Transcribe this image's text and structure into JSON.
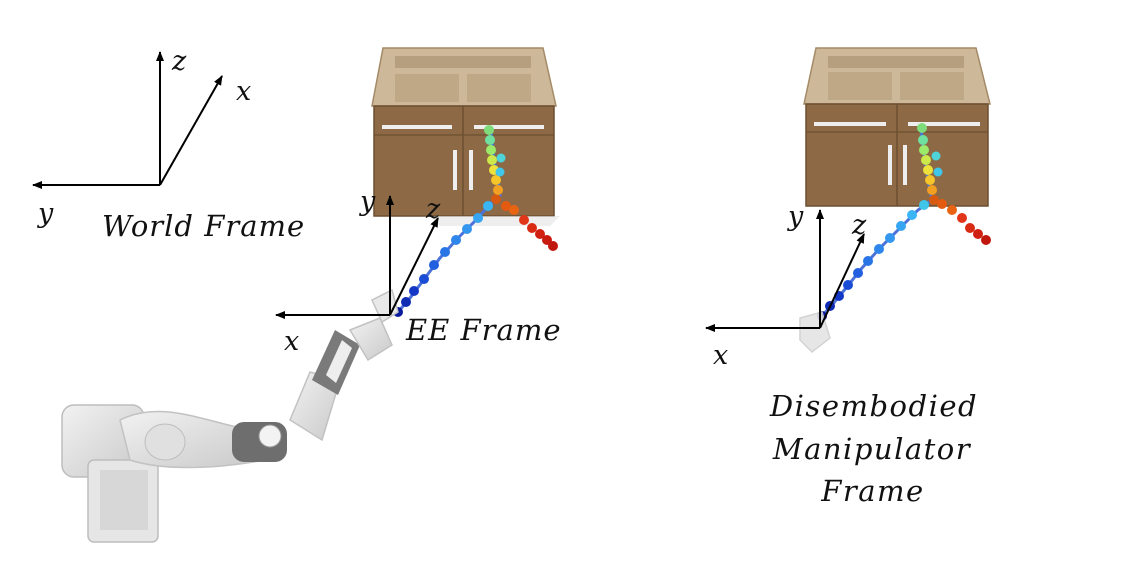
{
  "world_frame": {
    "axes": {
      "z": "z",
      "x": "x",
      "y": "y"
    },
    "title": "World Frame"
  },
  "ee_frame": {
    "axes": {
      "y": "y",
      "z": "z",
      "x": "x"
    },
    "title": "EE Frame"
  },
  "disembodied_frame": {
    "axes": {
      "y": "y",
      "z": "z",
      "x": "x"
    },
    "caption_lines": [
      "Disembodied",
      "Manipulator",
      "Frame"
    ]
  },
  "colors": {
    "axis": "#000000",
    "cabinet_wood": "#8d6a45",
    "cabinet_top": "#cdb999",
    "trajectory_start": "#0a1a9c",
    "trajectory_end_red": "#d42010",
    "robot_arm": "#d9d9d9"
  }
}
